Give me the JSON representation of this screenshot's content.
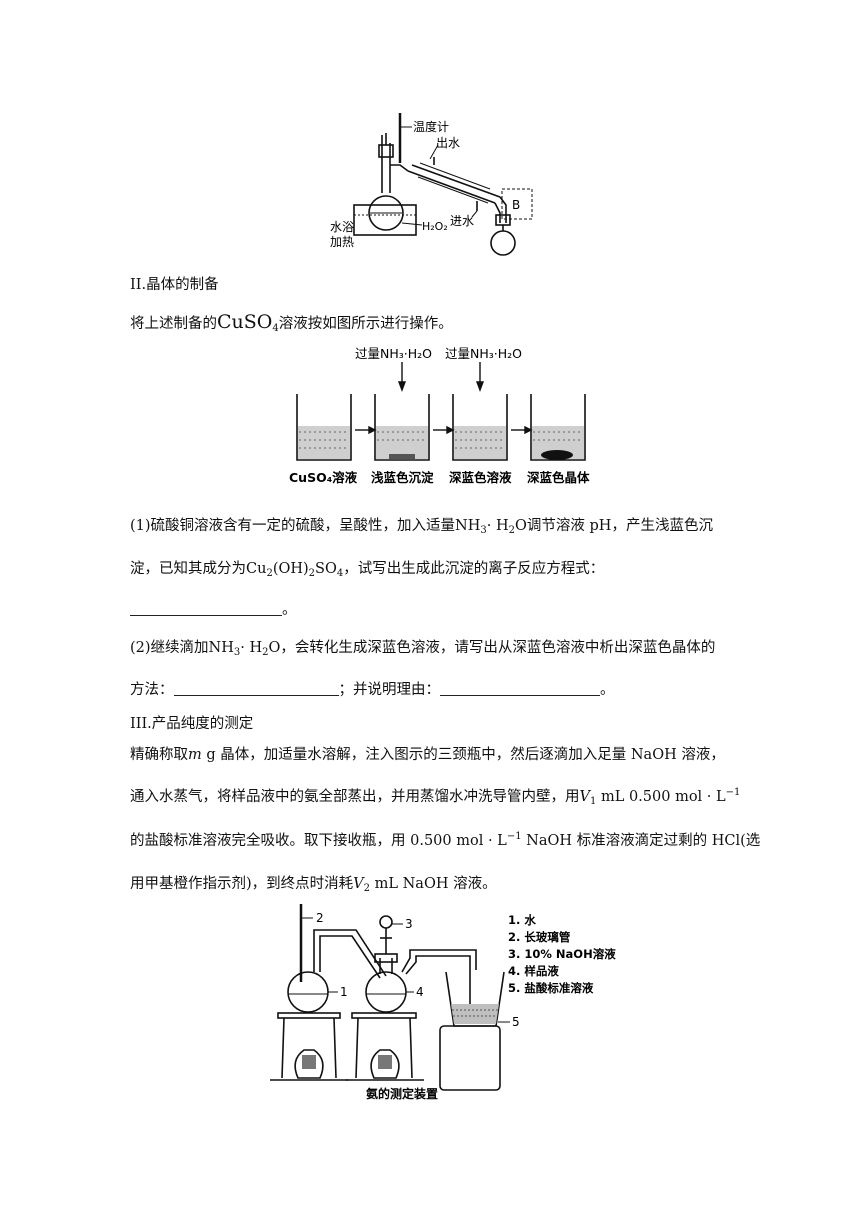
{
  "fig1": {
    "thermometer": "温度计",
    "water_out": "出水",
    "water_in": "进水",
    "bath_line1": "水浴",
    "bath_line2": "加热",
    "h2o2": "H₂O₂",
    "b_label": "B"
  },
  "section2": {
    "heading": "II.晶体的制备",
    "intro_pre": "将上述制备的",
    "intro_formula": "CuSO",
    "intro_formula_sub": "4",
    "intro_post": "溶液按如图所示进行操作。"
  },
  "fig2": {
    "add1": "过量NH₃·H₂O",
    "add2": "过量NH₃·H₂O",
    "beaker1": "CuSO₄溶液",
    "beaker2": "浅蓝色沉淀",
    "beaker3": "深蓝色溶液",
    "beaker4": "深蓝色晶体"
  },
  "q1": {
    "l1_a": "(1)硫酸铜溶液含有一定的硫酸，呈酸性，加入适量",
    "l1_f": "NH",
    "l1_f_sub": "3",
    "l1_f2": "· H",
    "l1_f2_sub": "2",
    "l1_f3": "O",
    "l1_b": "调节溶液 pH，产生浅蓝色沉",
    "l2_a": "淀，已知其成分为",
    "l2_f1": "Cu",
    "l2_f1_sub": "2",
    "l2_f2": "(OH)",
    "l2_f2_sub": "2",
    "l2_f3": "SO",
    "l2_f3_sub": "4",
    "l2_b": "，试写出生成此沉淀的离子反应方程式：",
    "l3_end": "。"
  },
  "q2": {
    "l1_a": "(2)继续滴加",
    "l1_f": "NH",
    "l1_f_sub": "3",
    "l1_f2": "· H",
    "l1_f2_sub": "2",
    "l1_f3": "O",
    "l1_b": "，会转化生成深蓝色溶液，请写出从深蓝色溶液中析出深蓝色晶体的",
    "l2_a": "方法：",
    "l2_b": "；并说明理由：",
    "l2_c": "。"
  },
  "section3": {
    "heading": "III.产品纯度的测定",
    "p1_a": "精确称取",
    "p1_m": "m",
    "p1_b": " g 晶体，加适量水溶解，注入图示的三颈瓶中，然后逐滴加入足量 NaOH 溶液，",
    "p2_a": "通入水蒸气，将样品液中的氨全部蒸出，并用蒸馏水冲洗导管内壁，用",
    "p2_v": "V",
    "p2_v_sub": "1",
    "p2_b": " mL 0.500 mol · L",
    "p2_sup": "−1",
    "p3_a": "的盐酸标准溶液完全吸收。取下接收瓶，用 0.500 mol · L",
    "p3_sup": "−1",
    "p3_b": "  NaOH 标准溶液滴定过剩的 HCl(选",
    "p4_a": "用甲基橙作指示剂)，到终点时消耗",
    "p4_v": "V",
    "p4_v_sub": "2",
    "p4_b": " mL NaOH 溶液。"
  },
  "fig3": {
    "n1": "1",
    "n2": "2",
    "n3": "3",
    "n4": "4",
    "n5": "5",
    "legend": [
      "1. 水",
      "2. 长玻璃管",
      "3. 10% NaOH溶液",
      "4. 样品液",
      "5. 盐酸标准溶液"
    ],
    "caption": "氨的测定装置"
  }
}
